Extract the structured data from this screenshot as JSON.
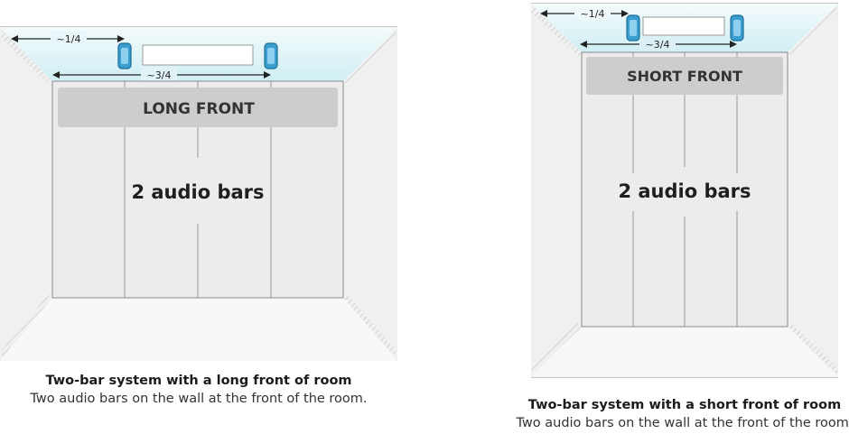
{
  "figures": [
    {
      "dim_quarter": "~1/4",
      "dim_three_quarter": "~3/4",
      "wall_label": "LONG FRONT",
      "center_label": "2 audio bars",
      "caption_title": "Two-bar system with a long front of room",
      "caption_text": "Two audio bars on the wall at the front of the room."
    },
    {
      "dim_quarter": "~1/4",
      "dim_three_quarter": "~3/4",
      "wall_label": "SHORT FRONT",
      "center_label": "2 audio bars",
      "caption_title": "Two-bar system with a short front of room",
      "caption_text": "Two audio bars on the wall at the front of the room."
    }
  ],
  "colors": {
    "ceiling": "#e3f3f6",
    "wall": "#efefef",
    "floor": "#f6f6f6",
    "outline": "#7d7d7d",
    "label_bg": "#cdcdcd",
    "speaker": "#3a9fd0"
  }
}
